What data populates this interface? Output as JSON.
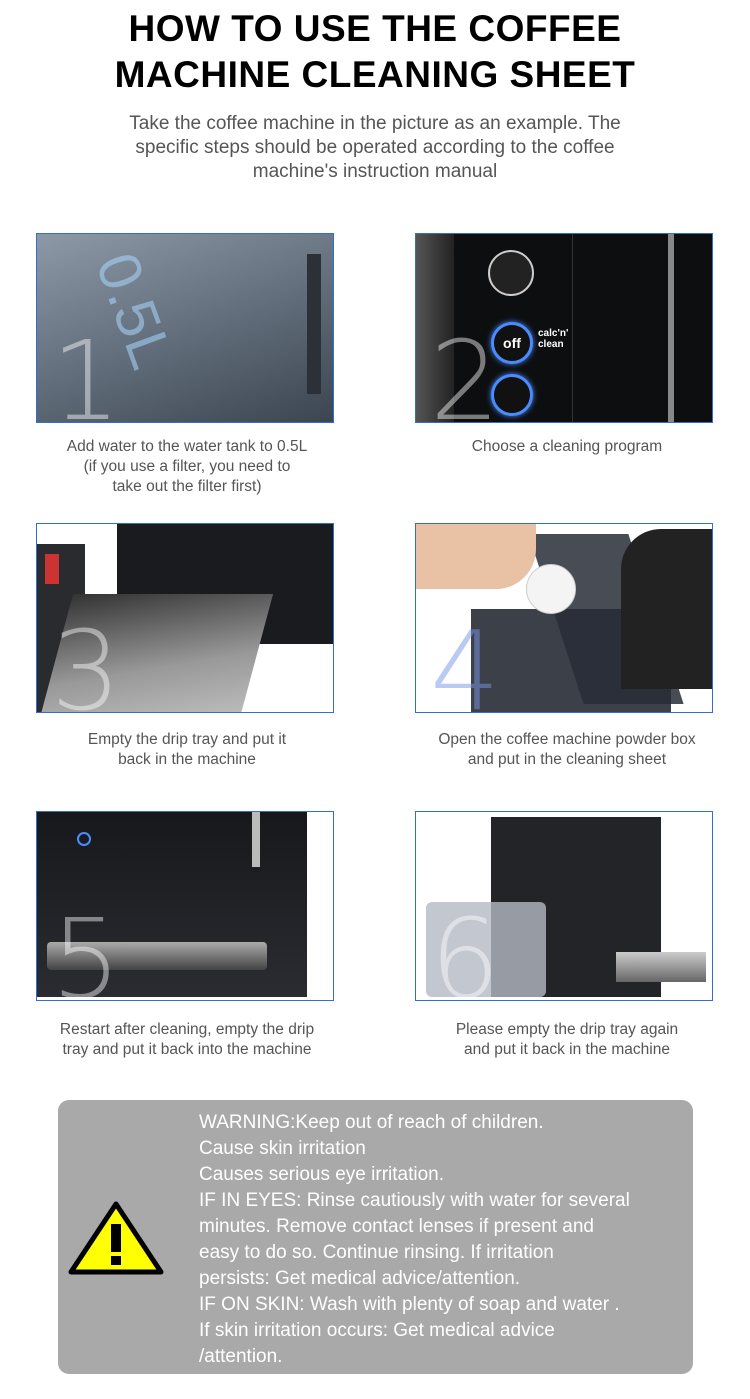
{
  "title": {
    "line1": "HOW TO USE THE COFFEE",
    "line2": "MACHINE CLEANING SHEET"
  },
  "subtitle": {
    "line1": "Take the coffee machine in the picture as an example. The",
    "line2": "specific steps should be operated according to the coffee",
    "line3": "machine's instruction manual"
  },
  "steps": [
    {
      "number": "1",
      "photo_text": "0.5L",
      "caption": [
        "Add water to the water tank to 0.5L",
        "(if you use a filter, you need to",
        "take out the filter first)"
      ]
    },
    {
      "number": "2",
      "photo_text": "calc'n' clean",
      "button_label": "off",
      "caption": [
        "Choose a cleaning program"
      ]
    },
    {
      "number": "3",
      "caption": [
        "Empty the drip tray and put it",
        "back in the machine"
      ]
    },
    {
      "number": "4",
      "caption": [
        "Open the coffee machine powder box",
        "and put in the cleaning sheet"
      ]
    },
    {
      "number": "5",
      "caption": [
        "Restart after cleaning, empty the drip",
        "tray and put it back into the machine"
      ]
    },
    {
      "number": "6",
      "caption": [
        "Please empty the drip tray again",
        "and put it back in the machine"
      ]
    }
  ],
  "warning": {
    "icon": "warning-triangle-icon",
    "icon_color": "#ffff00",
    "background": "#a9a9a9",
    "lines": [
      "WARNING:Keep out of reach of children.",
      "Cause skin irritation",
      "Causes serious eye irritation.",
      "IF IN EYES: Rinse cautiously with water for several",
      "minutes. Remove contact lenses if present and",
      "easy to do so. Continue rinsing. If irritation",
      "persists: Get medical advice/attention.",
      "IF ON SKIN: Wash with plenty of soap and water .",
      "If skin irritation occurs: Get medical advice",
      "/attention."
    ]
  }
}
